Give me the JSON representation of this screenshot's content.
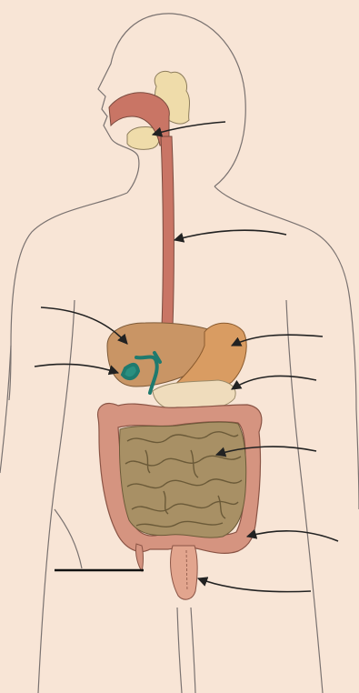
{
  "diagram": {
    "labels": [],
    "colors": {
      "background": "#f8e5d6",
      "outline": "#7a7270",
      "esophagus": "#c97565",
      "liver": "#c99565",
      "stomach": "#d99c62",
      "gallbladder": "#2a8f80",
      "pancreas": "#efdcbc",
      "small_intestine": "#a89065",
      "large_intestine": "#d59480",
      "salivary_gland": "#efdcaa",
      "leader_line": "#222222"
    },
    "leaders": [
      "salivary-gland-leader",
      "esophagus-leader",
      "liver-leader",
      "gallbladder-leader",
      "stomach-leader",
      "pancreas-leader",
      "small-intestine-leader",
      "large-intestine-leader",
      "rectum-leader",
      "anus-label-line"
    ]
  }
}
